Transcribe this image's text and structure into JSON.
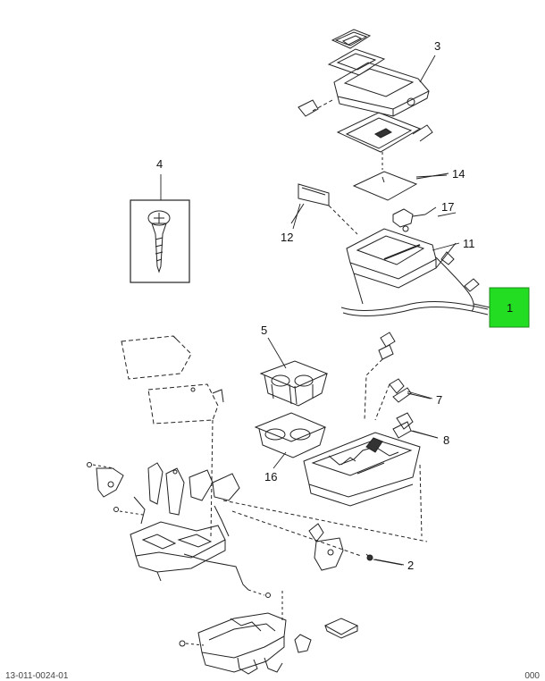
{
  "callouts": {
    "c1": "1",
    "c2": "2",
    "c3": "3",
    "c4": "4",
    "c5": "5",
    "c7": "7",
    "c8": "8",
    "c11": "11",
    "c12": "12",
    "c14": "14",
    "c16": "16",
    "c17": "17"
  },
  "highlight_color": "#22dd22",
  "footer": {
    "left_code": "13-011-0024-01",
    "right_code": "000"
  }
}
